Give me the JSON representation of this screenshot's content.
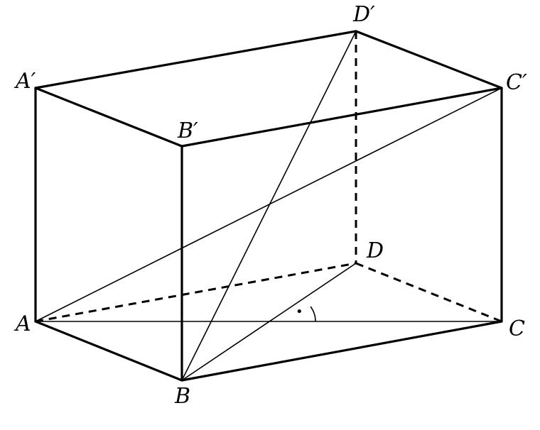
{
  "figure": {
    "vertices": {
      "A": "A",
      "B": "B",
      "C": "C",
      "D": "D",
      "A1": "A′",
      "B1": "B′",
      "C1": "C′",
      "D1": "D′"
    },
    "right_angle_marker": "•",
    "colors": {
      "line": "#000000",
      "background": "#ffffff"
    }
  }
}
